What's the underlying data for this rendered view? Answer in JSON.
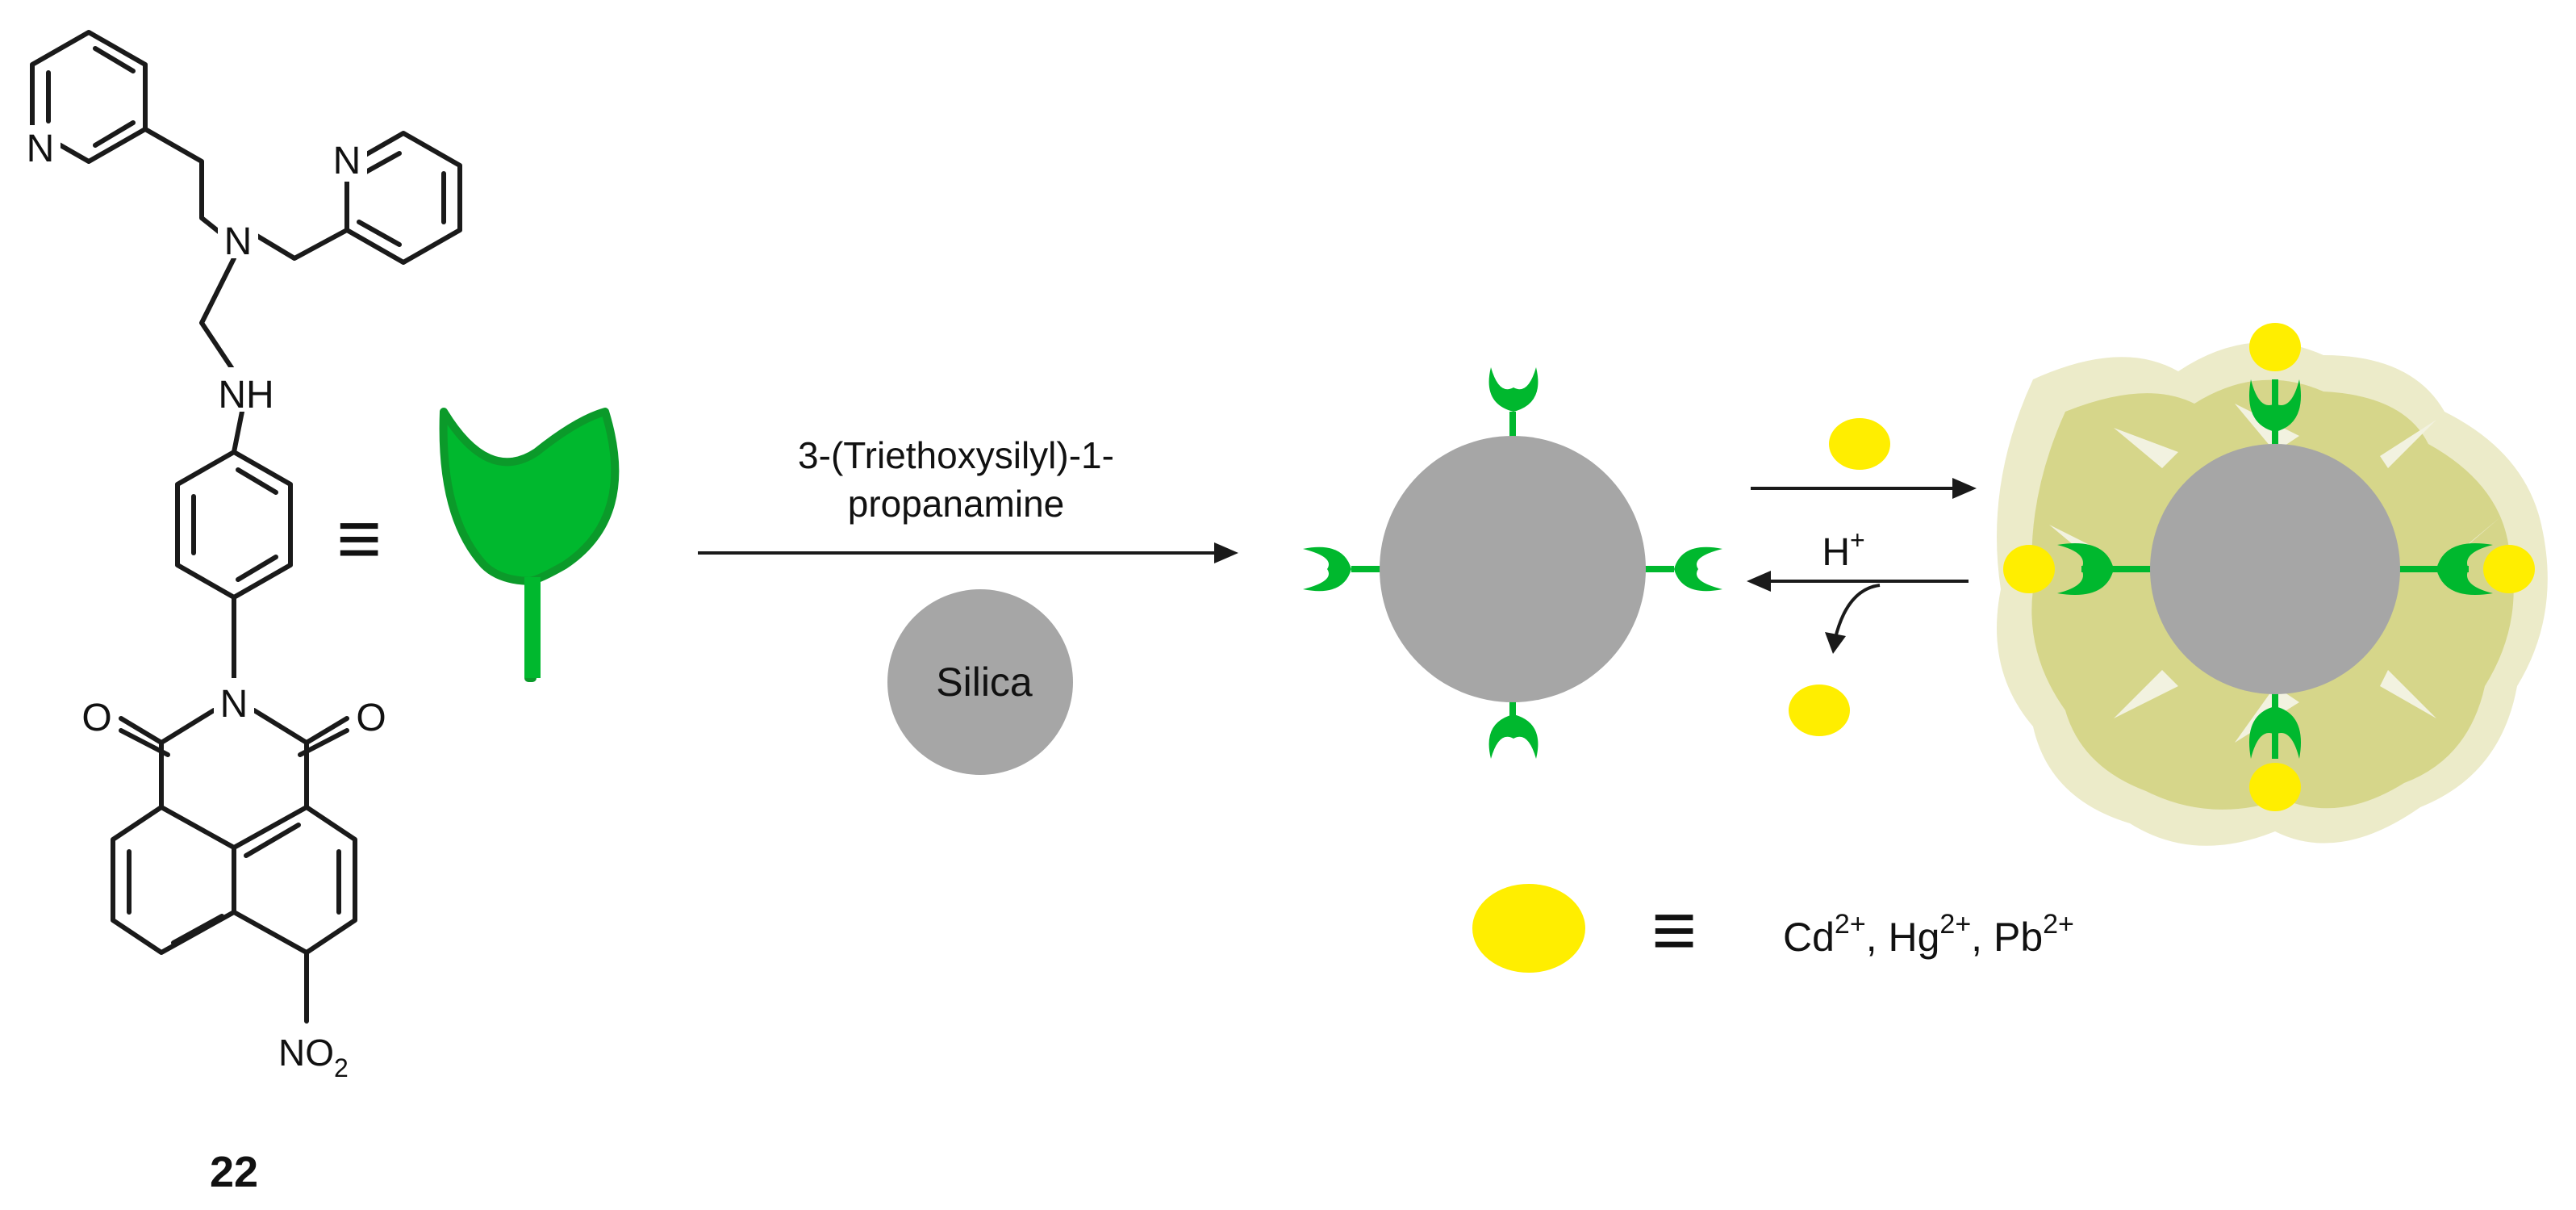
{
  "compound": {
    "number": "22",
    "atoms": {
      "N_pyr_left": "N",
      "N_pyr_right": "N",
      "N_amine": "N",
      "NH": "NH",
      "N_imide": "N",
      "O_left": "O",
      "O_right": "O",
      "nitro_NO": "NO",
      "nitro_sub": "2"
    }
  },
  "equiv_symbol": "≡",
  "reagent": {
    "line1": "3-(Triethoxysilyl)-1-",
    "line2": "propanamine"
  },
  "silica_label": "Silica",
  "reverse_label": {
    "base": "H",
    "sup": "+"
  },
  "ions_legend": {
    "ion1": "Cd",
    "ion1_sup": "2+",
    "sep1": ", ",
    "ion2": "Hg",
    "ion2_sup": "2+",
    "sep2": ", ",
    "ion3": "Pb",
    "ion3_sup": "2+"
  },
  "colors": {
    "receptor_green": "#00b82e",
    "receptor_outline": "#0b9a2a",
    "silica_gray": "#a6a6a6",
    "metal_yellow": "#ffee00",
    "complex_halo": "#d6d68a",
    "complex_halo_outer": "#ecebc9"
  }
}
